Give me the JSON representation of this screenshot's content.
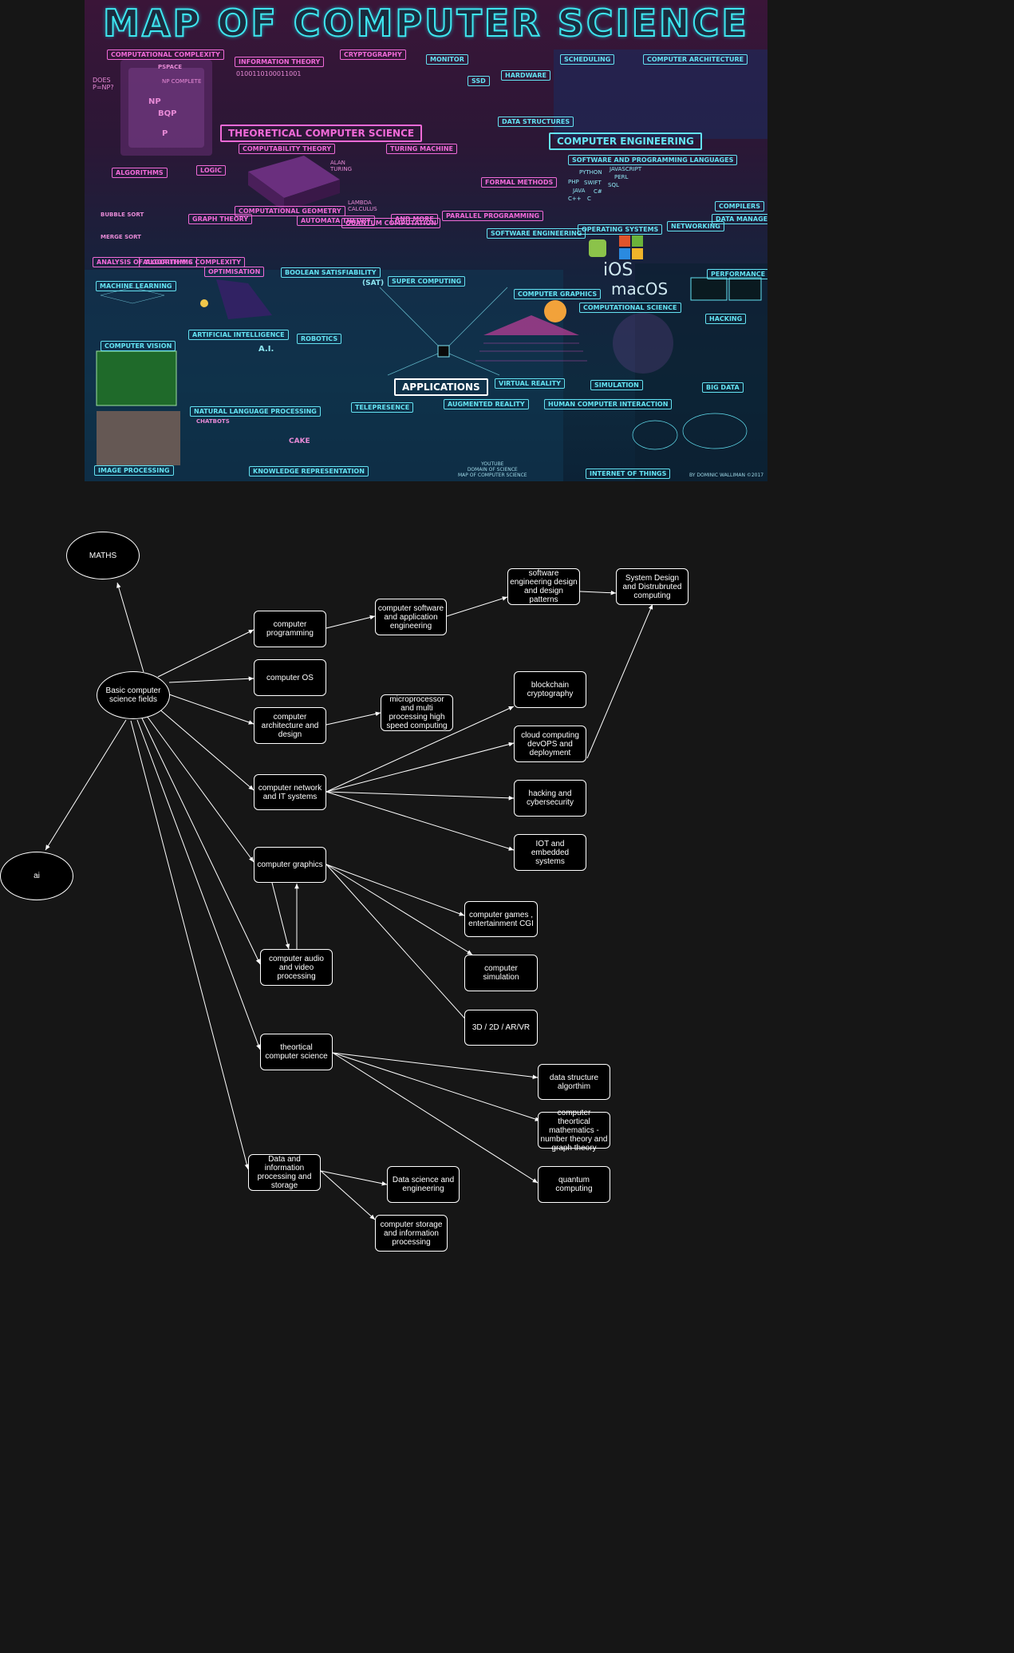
{
  "poster": {
    "title": "MAP OF COMPUTER SCIENCE",
    "credit": "BY DOMINIC WALLIMAN ©2017",
    "youtube_credit": "YOUTUBE\nDOMAIN OF SCIENCE\nMAP OF COMPUTER SCIENCE",
    "pink_labels": [
      "Computational Complexity",
      "Information Theory",
      "Cryptography",
      "Computability Theory",
      "Turing Machine",
      "Algorithms",
      "Logic",
      "Graph Theory",
      "Computational Geometry",
      "Automata Theory",
      "Quantum Computation",
      "And More",
      "Analysis of Algorithms",
      "Algorithmic Complexity",
      "Optimisation",
      "Formal Methods",
      "Parallel Programming"
    ],
    "cyan_labels": [
      "Monitor",
      "SSD",
      "Hardware",
      "Data Structures",
      "Scheduling",
      "Computer Architecture",
      "Software and Programming Languages",
      "Compilers",
      "Operating Systems",
      "Networking",
      "Data Management",
      "Software Engineering",
      "Performance",
      "Computer Graphics",
      "Computational Science",
      "Hacking",
      "Machine Learning",
      "Computer Vision",
      "Artificial Intelligence",
      "Robotics",
      "Boolean Satisfiability",
      "Super Computing",
      "Virtual Reality",
      "Simulation",
      "Big Data",
      "Natural Language Processing",
      "Telepresence",
      "Augmented Reality",
      "Human Computer Interaction",
      "Image Processing",
      "Knowledge Representation",
      "Internet of Things"
    ],
    "banners": {
      "theoretical": "Theoretical Computer Science",
      "engineering": "Computer Engineering",
      "applications": "Applications"
    },
    "small_texts": {
      "pnp": "DOES P=NP?",
      "complexity_classes": [
        "PSPACE",
        "NP COMPLETE",
        "NP",
        "BQP",
        "P"
      ],
      "binary": "0100110100011001",
      "languages": [
        "PYTHON",
        "JAVASCRIPT",
        "PHP",
        "SWIFT",
        "JAVA",
        "C#",
        "C++",
        "C",
        "SQL",
        "PERL"
      ],
      "os_ios": "iOS",
      "os_macos": "macOS",
      "ai": "A.I.",
      "sat": "(SAT)",
      "turing": "ALAN TURING",
      "lambda": "LAMBDA CALCULUS",
      "bubble_sort": "BUBBLE SORT",
      "merge_sort": "MERGE SORT",
      "chatbots": "CHATBOTS",
      "cake": "CAKE"
    }
  },
  "diagram": {
    "nodes": {
      "maths": "MATHS",
      "basic": "Basic computer science fields",
      "ai": "ai",
      "programming": "computer programming",
      "os": "computer OS",
      "architecture": "computer architecture and design",
      "network": "computer network and IT systems",
      "graphics": "computer graphics",
      "audio_video": "computer audio and video processing",
      "theoretical": "theortical computer science",
      "data_info": "Data and information processing and storage",
      "software_app": "computer software and application engineering",
      "software_eng": "software engineering design and design patterns",
      "system_design": "System Design and Distrubruted computing",
      "microprocessor": "microprocessor and multi processing high speed computing",
      "blockchain": "blockchain cryptography",
      "cloud": "cloud computing devOPS and deployment",
      "hacking": "hacking  and cybersecurity",
      "iot": "IOT and embedded systems",
      "games": "computer games , entertainment CGI",
      "simulation": "computer simulation",
      "ar_vr": "3D / 2D / AR/VR",
      "dsa": "data structure algorthim",
      "theory_math": "computer theortical mathematics - number theory and graph theory",
      "quantum": "quantum computing",
      "data_science": "Data science and engineering",
      "storage": "computer storage and information processing"
    },
    "colors": {
      "background": "#161616",
      "node_fill": "#000000",
      "node_stroke": "#ffffff",
      "edge": "#ffffff"
    }
  }
}
